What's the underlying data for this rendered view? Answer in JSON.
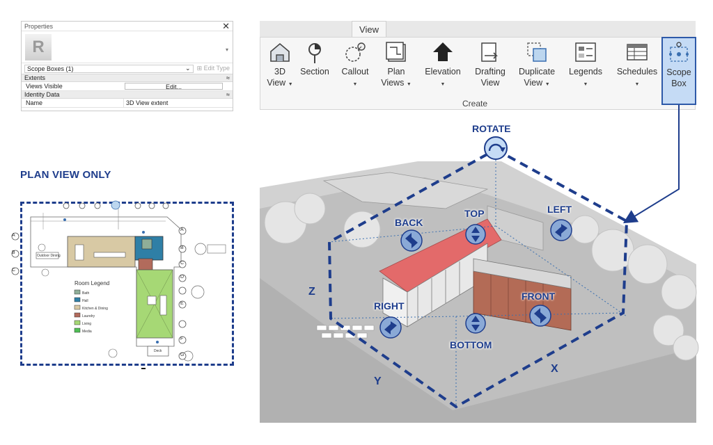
{
  "properties": {
    "title": "Properties",
    "close": "✕",
    "logo_letter": "R",
    "type_selector": "Scope Boxes (1)",
    "edit_type": "Edit Type",
    "sections": [
      {
        "label": "Extents",
        "rows": [
          {
            "key": "Views Visible",
            "value": "Edit..."
          }
        ]
      },
      {
        "label": "Identity Data",
        "rows": [
          {
            "key": "Name",
            "value": "3D View extent"
          }
        ]
      }
    ]
  },
  "ribbon": {
    "active_tab": "View",
    "group_label": "Create",
    "buttons": [
      {
        "line1": "3D",
        "line2": "View",
        "icon": "house-3d-icon"
      },
      {
        "line1": "Section",
        "line2": "",
        "icon": "section-icon"
      },
      {
        "line1": "Callout",
        "line2": "",
        "icon": "callout-icon"
      },
      {
        "line1": "Plan",
        "line2": "Views",
        "icon": "plan-views-icon"
      },
      {
        "line1": "Elevation",
        "line2": "",
        "icon": "elevation-icon"
      },
      {
        "line1": "Drafting",
        "line2": "View",
        "icon": "drafting-icon"
      },
      {
        "line1": "Duplicate",
        "line2": "View",
        "icon": "duplicate-icon"
      },
      {
        "line1": "Legends",
        "line2": "",
        "icon": "legends-icon"
      },
      {
        "line1": "Schedules",
        "line2": "",
        "icon": "schedules-icon"
      }
    ],
    "scope_box": {
      "line1": "Scope",
      "line2": "Box"
    }
  },
  "plan": {
    "title": "PLAN VIEW ONLY",
    "room_legend_title": "Room Legend",
    "legend": [
      {
        "label": "Bath",
        "color": "#8fae98"
      },
      {
        "label": "Hall",
        "color": "#2f7fa6"
      },
      {
        "label": "Kitchen & Dining",
        "color": "#d8c9a4"
      },
      {
        "label": "Laundry",
        "color": "#b26b5c"
      },
      {
        "label": "Living",
        "color": "#a6d875"
      },
      {
        "label": "Media",
        "color": "#4fbf55"
      }
    ],
    "grid_letters": [
      "A",
      "B",
      "C",
      "D",
      "E",
      "F",
      "G"
    ],
    "room_label": "Outdoor Dining",
    "deck_label": "Deck"
  },
  "scope": {
    "rotate": "ROTATE",
    "back": "BACK",
    "top": "TOP",
    "left": "LEFT",
    "right": "RIGHT",
    "front": "FRONT",
    "bottom": "BOTTOM",
    "axis_x": "X",
    "axis_y": "Y",
    "axis_z": "Z"
  },
  "colors": {
    "accent": "#1e3d8c",
    "scope_fill": "#c5dbf5",
    "roof": "#e36a6a"
  }
}
